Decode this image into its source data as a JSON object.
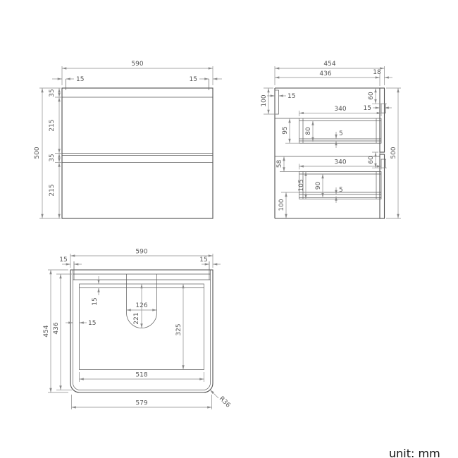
{
  "unit_label": "unit: mm",
  "front_view": {
    "width_top": "590",
    "offset_left": "15",
    "offset_right": "15",
    "rail_top": "35",
    "drawer_top": "215",
    "rail_mid": "35",
    "drawer_bottom": "215",
    "height_total": "500"
  },
  "side_view": {
    "depth_total": "454",
    "depth_carcass": "436",
    "front_thickness": "18",
    "hanger_height": "100",
    "hanger_thickness": "15",
    "gap_top": "60",
    "reveal_top": "15",
    "drawer1_length": "340",
    "drawer1_height": "95",
    "drawer1_side_height": "80",
    "drawer1_clearance": "5",
    "gap_mid": "60",
    "drawer2_length": "340",
    "drawer2_offset": "58",
    "drawer2_height": "105",
    "drawer2_side_height": "90",
    "drawer2_clearance": "5",
    "base_clearance": "100",
    "height_total": "500"
  },
  "plan_view": {
    "width_top": "590",
    "offset_left": "15",
    "offset_right": "15",
    "depth_total": "454",
    "depth_inner": "436",
    "back_thickness": "15",
    "cutout_width": "126",
    "cutout_depth": "221",
    "side_thickness": "15",
    "interior_depth": "325",
    "interior_width": "518",
    "width_front": "579",
    "corner_radius": "R36"
  }
}
